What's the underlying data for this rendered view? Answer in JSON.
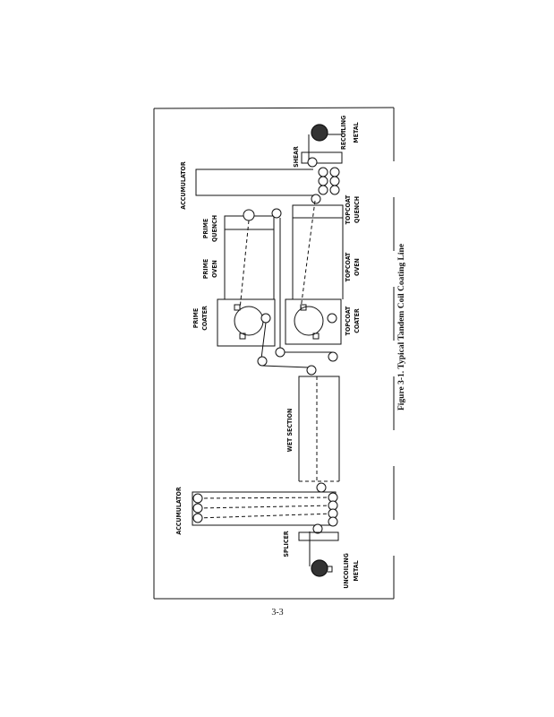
{
  "figure": {
    "caption": "Figure 3-1. Typical Tandem Coil Coating Line",
    "page_number": "3-3",
    "labels": {
      "recoiling_1": "RECOILING",
      "recoiling_2": "METAL",
      "shear": "SHEAR",
      "accumulator_exit": "ACCUMULATOR",
      "prime_quench_1": "PRIME",
      "prime_quench_2": "QUENCH",
      "prime_oven_1": "PRIME",
      "prime_oven_2": "OVEN",
      "prime_coater_1": "PRIME",
      "prime_coater_2": "COATER",
      "topcoat_quench_1": "TOPCOAT",
      "topcoat_quench_2": "QUENCH",
      "topcoat_oven_1": "TOPCOAT",
      "topcoat_oven_2": "OVEN",
      "topcoat_coater_1": "TOPCOAT",
      "topcoat_coater_2": "COATER",
      "wet_section": "WET SECTION",
      "accumulator_entry": "ACCUMULATOR",
      "splicer": "SPLICER",
      "uncoiling_1": "UNCOILING",
      "uncoiling_2": "METAL"
    }
  }
}
